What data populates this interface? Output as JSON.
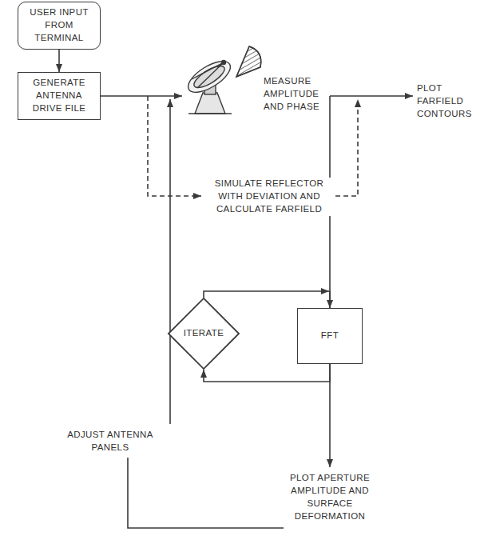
{
  "diagram": {
    "nodes": [
      {
        "text": [
          "USER INPUT FROM TERMINAL"
        ]
      },
      {
        "text": [
          "GENERATE ANTENNA DRIVE FILE"
        ]
      },
      {
        "text": [
          "ITERATE"
        ]
      },
      {
        "text": [
          "FFT"
        ]
      }
    ],
    "edges": [
      {
        "from": 0,
        "to": 1,
        "arrow": "to"
      },
      {
        "from": 2,
        "to": 3,
        "arrow": "to"
      },
      {
        "from": 3,
        "to": 2,
        "arrow": "to"
      }
    ],
    "labels": [
      "MEASURE AMPLITUDE AND PHASE",
      "PLOT FARFIELD CONTOURS",
      "SIMULATE REFLECTOR WITH DEVIATION AND CALCULATE FARFIELD",
      "ADJUST ANTENNA PANELS",
      "PLOT APERTURE AMPLITUDE AND SURFACE DEFORMATION"
    ]
  }
}
